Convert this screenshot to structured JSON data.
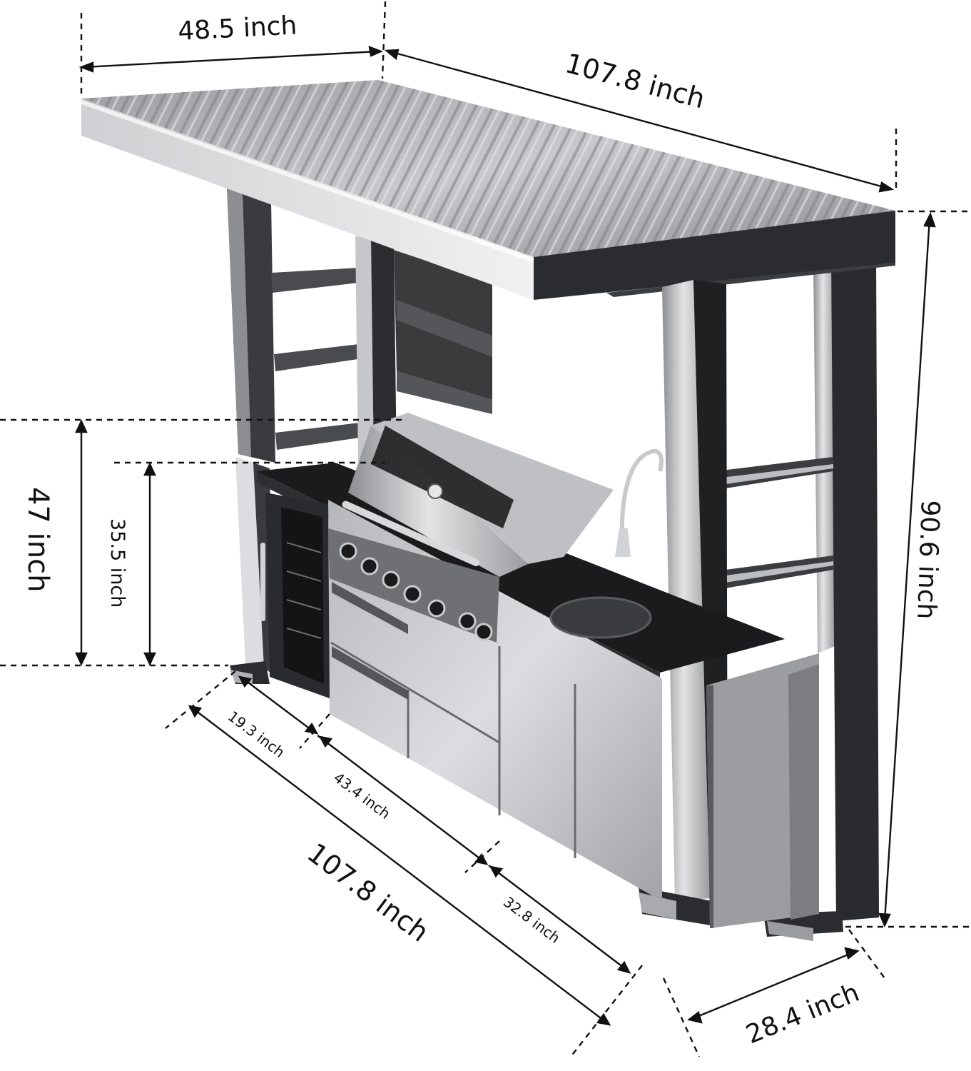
{
  "diagram": {
    "dimensions": {
      "roof_depth": "48.5 inch",
      "roof_length": "107.8 inch",
      "total_height": "90.6 inch",
      "counter_top_height": "47 inch",
      "counter_height": "35.5 inch",
      "base_length": "107.8 inch",
      "fridge_width": "19.3 inch",
      "grill_width": "43.4 inch",
      "sink_width": "32.8 inch",
      "base_depth": "28.4 inch"
    },
    "colors": {
      "steel_light": "#d9d9dc",
      "steel_mid": "#a9aaad",
      "steel_dark": "#3a3b3e",
      "black": "#1b1b1d",
      "line": "#111111"
    }
  }
}
